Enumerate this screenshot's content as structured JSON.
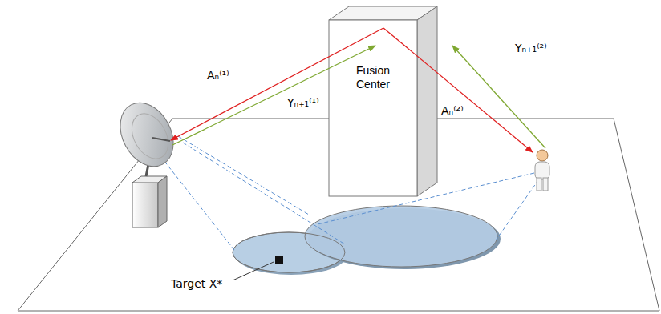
{
  "diagram": {
    "nodes": [
      {
        "text": [
          "Fusion Center"
        ]
      }
    ],
    "labels": [
      "Aₙ⁽¹⁾",
      "Yₙ₊₁⁽¹⁾",
      "Aₙ⁽²⁾",
      "Yₙ₊₁⁽²⁾",
      "Target X*"
    ]
  }
}
